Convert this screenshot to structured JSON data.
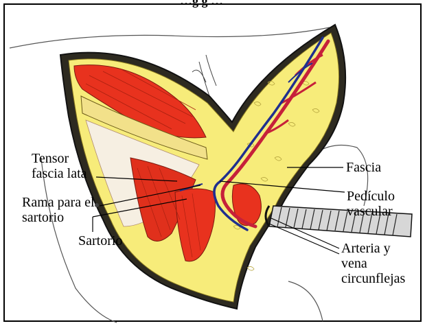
{
  "title_fragment": "…g g …",
  "labels": {
    "tensor": "Tensor\nfascia lata",
    "rama": "Rama para el\nsartorio",
    "sartorio": "Sartorio",
    "fascia": "Fascia",
    "pediculo": "Pedículo\nvascular",
    "arteria": "Arteria y\nvena\ncircunflejas"
  },
  "colors": {
    "muscle": "#e8321e",
    "fat": "#f7ec7a",
    "artery": "#c6203a",
    "vein": "#1f2f8f",
    "tendon": "#f4f0c8",
    "outline": "#111111"
  }
}
